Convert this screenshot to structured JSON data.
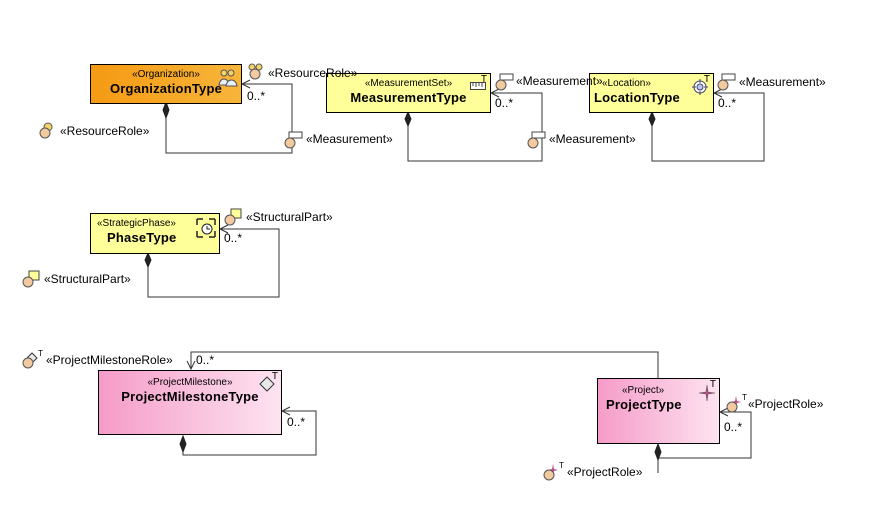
{
  "classes": {
    "organization": {
      "stereotype": "«Organization»",
      "name": "OrganizationType"
    },
    "measurement": {
      "stereotype": "«MeasurementSet»",
      "name": "MeasurementType"
    },
    "location": {
      "stereotype": "«Location»",
      "name": "LocationType"
    },
    "phase": {
      "stereotype": "«StrategicPhase»",
      "name": "PhaseType"
    },
    "milestone": {
      "stereotype": "«ProjectMilestone»",
      "name": "ProjectMilestoneType"
    },
    "project": {
      "stereotype": "«Project»",
      "name": "ProjectType"
    }
  },
  "roles": {
    "resource_role": "«ResourceRole»",
    "measurement": "«Measurement»",
    "structural_part": "«StructuralPart»",
    "milestone_role": "«ProjectMilestoneRole»",
    "project_role": "«ProjectRole»"
  },
  "multiplicity": "0..*",
  "corner_mark": "T",
  "icons": {
    "organization": "people-group-icon",
    "measurement": "ruler-icon",
    "location": "crosshair-icon",
    "phase": "clock-icon",
    "milestone": "diamond-icon",
    "project": "sparkle-icon"
  },
  "colors": {
    "organization_fill": "#f7a523",
    "yellow_fill": "#ffff99",
    "pink_fill": "#f7a8d0"
  }
}
